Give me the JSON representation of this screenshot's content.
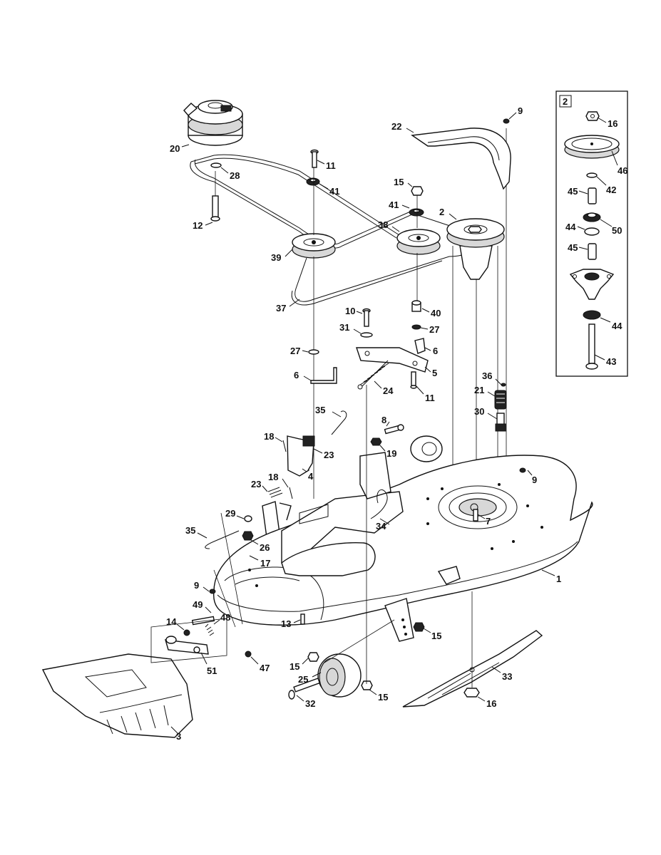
{
  "inset": {
    "number": "2"
  },
  "callouts": {
    "c1": "1",
    "c2": "2",
    "c3": "3",
    "c4": "4",
    "c5": "5",
    "c6a": "6",
    "c6b": "6",
    "c7": "7",
    "c8": "8",
    "c9a": "9",
    "c9b": "9",
    "c9c": "9",
    "c10": "10",
    "c11a": "11",
    "c11b": "11",
    "c12": "12",
    "c13": "13",
    "c14": "14",
    "c15a": "15",
    "c15b": "15",
    "c15c": "15",
    "c15d": "15",
    "c16a": "16",
    "c16b": "16",
    "c17": "17",
    "c18a": "18",
    "c18b": "18",
    "c19": "19",
    "c20": "20",
    "c21": "21",
    "c22": "22",
    "c23a": "23",
    "c23b": "23",
    "c24": "24",
    "c25": "25",
    "c26": "26",
    "c27a": "27",
    "c27b": "27",
    "c28": "28",
    "c29": "29",
    "c30": "30",
    "c31": "31",
    "c32": "32",
    "c33": "33",
    "c34": "34",
    "c35a": "35",
    "c35b": "35",
    "c36": "36",
    "c37": "37",
    "c38": "38",
    "c39": "39",
    "c40": "40",
    "c41a": "41",
    "c41b": "41",
    "c42": "42",
    "c43": "43",
    "c44a": "44",
    "c44b": "44",
    "c45a": "45",
    "c45b": "45",
    "c46": "46",
    "c47": "47",
    "c48": "48",
    "c49": "49",
    "c50": "50",
    "c51": "51"
  }
}
